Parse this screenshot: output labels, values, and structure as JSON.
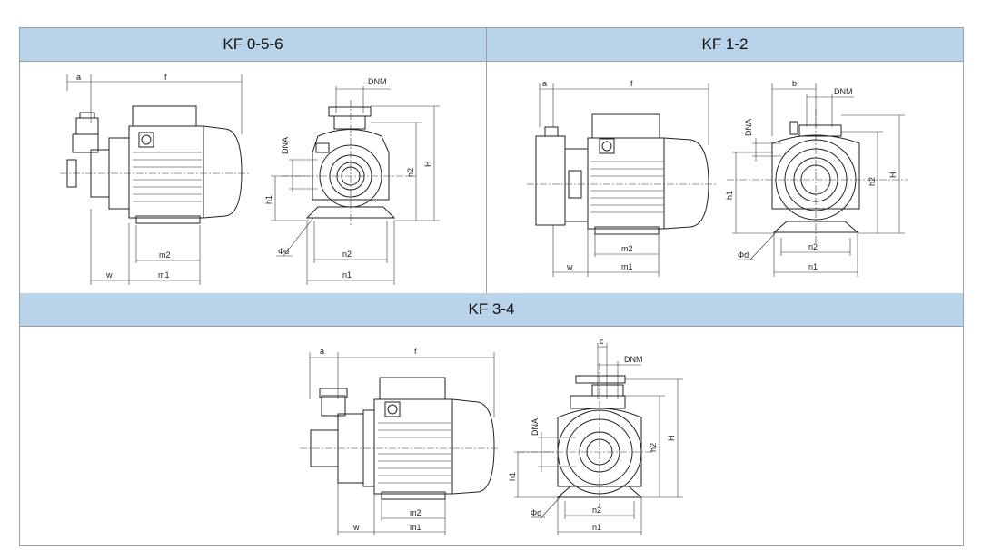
{
  "sections": [
    {
      "title": "KF 0-5-6"
    },
    {
      "title": "KF 1-2"
    },
    {
      "title": "KF 3-4"
    }
  ],
  "labels": {
    "a": "a",
    "f": "f",
    "b": "b",
    "c": "c",
    "DNM": "DNM",
    "DNA": "DNA",
    "H": "H",
    "h1": "h1",
    "h2": "h2",
    "m1": "m1",
    "m2": "m2",
    "n1": "n1",
    "n2": "n2",
    "w": "w",
    "phid": "Φd"
  },
  "colors": {
    "header": "#b9d3ea",
    "border": "#9aa0a6",
    "line": "#222222"
  }
}
